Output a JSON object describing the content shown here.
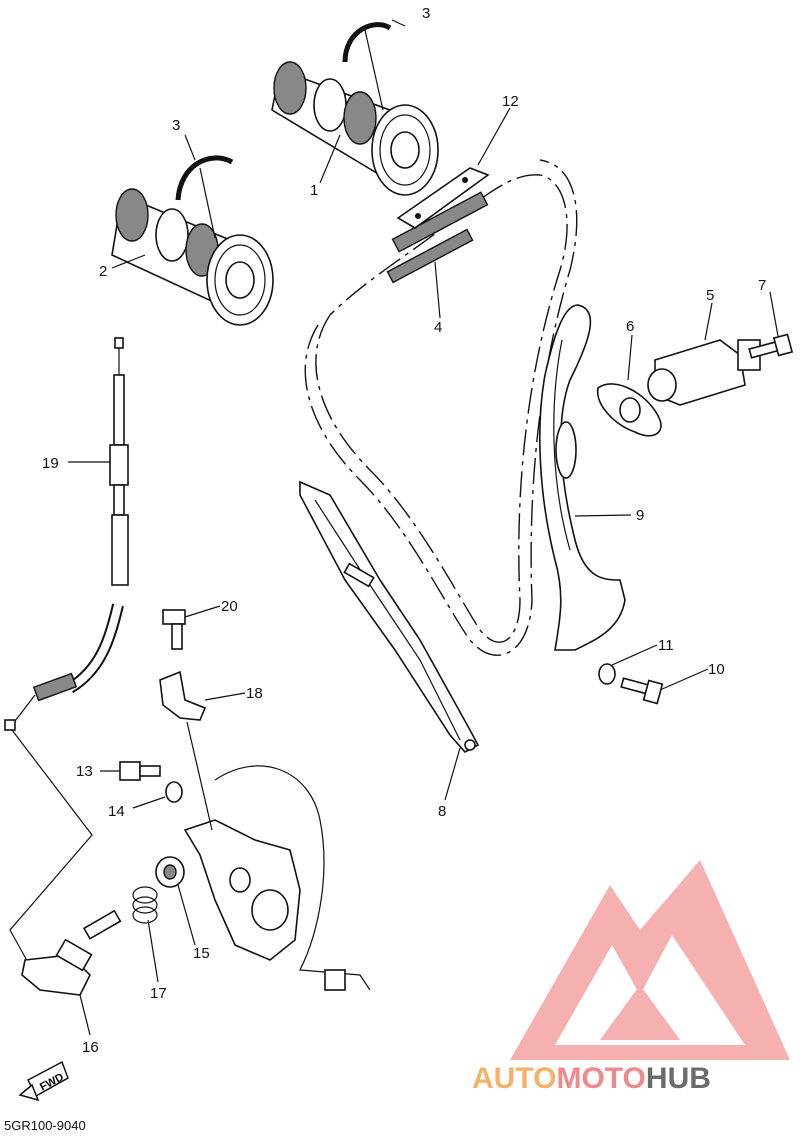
{
  "diagram": {
    "code": "5GR100-9040",
    "fwd_label": "FWD",
    "labels": [
      {
        "id": "l1",
        "text": "1"
      },
      {
        "id": "l2",
        "text": "2"
      },
      {
        "id": "l3a",
        "text": "3"
      },
      {
        "id": "l3b",
        "text": "3"
      },
      {
        "id": "l4",
        "text": "4"
      },
      {
        "id": "l5",
        "text": "5"
      },
      {
        "id": "l6",
        "text": "6"
      },
      {
        "id": "l7",
        "text": "7"
      },
      {
        "id": "l8",
        "text": "8"
      },
      {
        "id": "l9",
        "text": "9"
      },
      {
        "id": "l10",
        "text": "10"
      },
      {
        "id": "l11",
        "text": "11"
      },
      {
        "id": "l12",
        "text": "12"
      },
      {
        "id": "l13",
        "text": "13"
      },
      {
        "id": "l14",
        "text": "14"
      },
      {
        "id": "l15",
        "text": "15"
      },
      {
        "id": "l16",
        "text": "16"
      },
      {
        "id": "l17",
        "text": "17"
      },
      {
        "id": "l18",
        "text": "18"
      },
      {
        "id": "l19",
        "text": "19"
      },
      {
        "id": "l20",
        "text": "20"
      }
    ]
  },
  "watermark": {
    "brand_auto": "AUTO",
    "brand_moto": "MOTO",
    "brand_hub": "HUB",
    "colors": {
      "auto": "#f5b36a",
      "moto": "#f08a8a",
      "hub": "#6b6b6b",
      "logo": "#f39a9a"
    }
  }
}
